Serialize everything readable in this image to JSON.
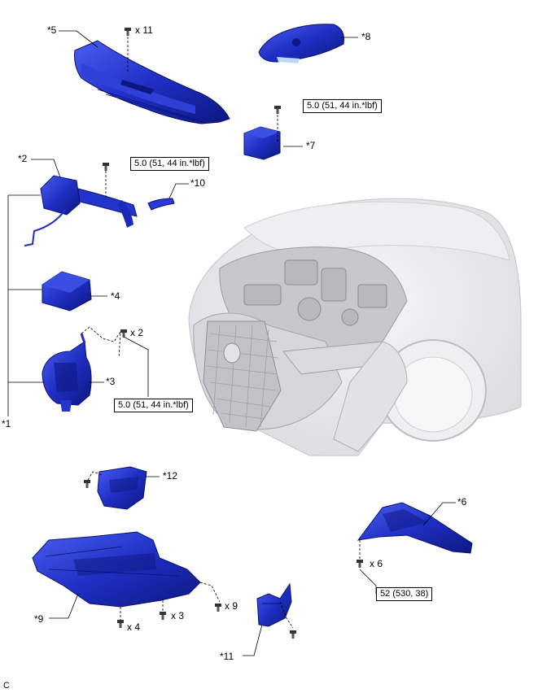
{
  "callouts": {
    "c1": "*1",
    "c2": "*2",
    "c3": "*3",
    "c4": "*4",
    "c5": "*5",
    "c6": "*6",
    "c7": "*7",
    "c8": "*8",
    "c9": "*9",
    "c10": "*10",
    "c11": "*11",
    "c12": "*12"
  },
  "quantities": {
    "q11_cowl": "x 11",
    "q2_case": "x 2",
    "q6_brace": "x 6",
    "q4_under": "x 4",
    "q3_under": "x 3",
    "q9_under": "x 9"
  },
  "torques": {
    "t_relay": "5.0 (51, 44 in.*lbf)",
    "t_inlet": "5.0 (51, 44 in.*lbf)",
    "t_case": "5.0 (51, 44 in.*lbf)",
    "t_brace": "52 (530, 38)"
  },
  "footer_code": "C",
  "colors": {
    "part_blue": "#1f2fc4",
    "part_dark": "#0d1780",
    "car_gray": "#e6e7ea",
    "leader": "#000000"
  }
}
